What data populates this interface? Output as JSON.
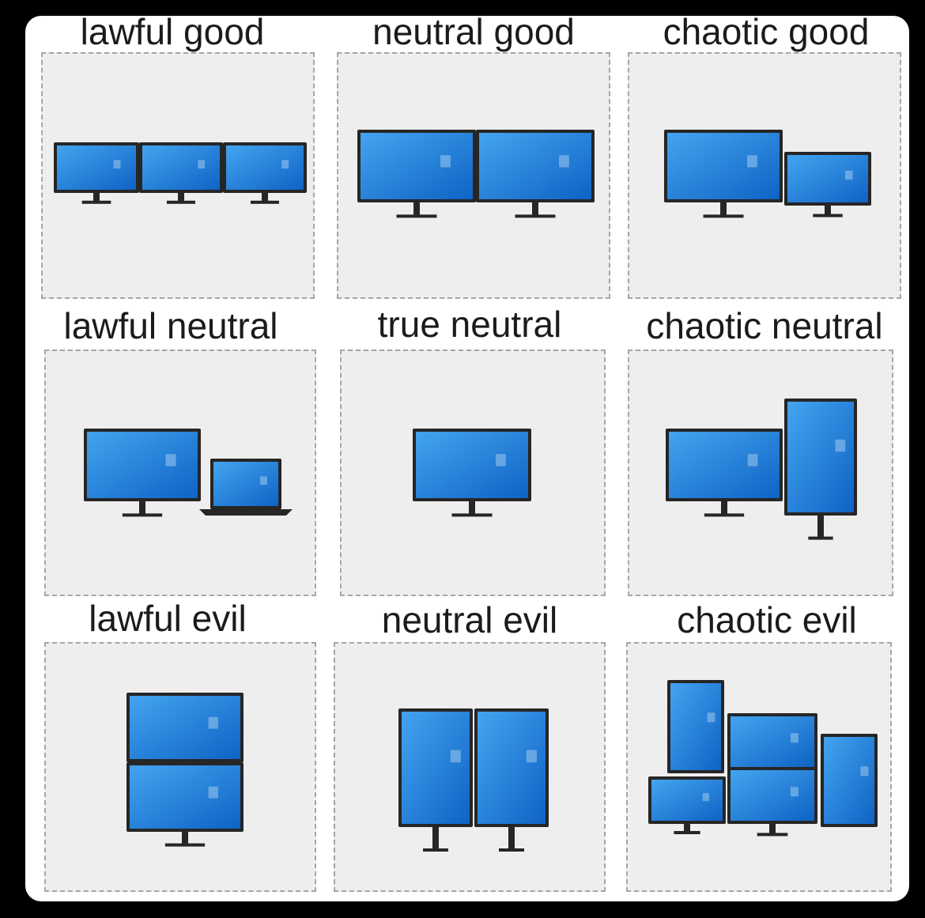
{
  "colors": {
    "background": "#000000",
    "card": "#ffffff",
    "panel": "#eeeeef",
    "panel_border": "#a6a6a6",
    "bezel": "#262626",
    "screen_light": "#43a4f0",
    "screen_dark": "#0f63c4",
    "text": "#1b1b1b"
  },
  "alignments": [
    {
      "label": "lawful good",
      "icons": [
        "monitor-icon",
        "monitor-icon",
        "monitor-icon"
      ]
    },
    {
      "label": "neutral good",
      "icons": [
        "monitor-icon",
        "monitor-icon"
      ]
    },
    {
      "label": "chaotic good",
      "icons": [
        "monitor-icon",
        "small-monitor-icon"
      ]
    },
    {
      "label": "lawful neutral",
      "icons": [
        "monitor-icon",
        "laptop-icon"
      ]
    },
    {
      "label": "true neutral",
      "icons": [
        "monitor-icon"
      ]
    },
    {
      "label": "chaotic neutral",
      "icons": [
        "monitor-icon",
        "portrait-monitor-icon"
      ]
    },
    {
      "label": "lawful evil",
      "icons": [
        "monitor-icon",
        "monitor-icon"
      ]
    },
    {
      "label": "neutral evil",
      "icons": [
        "portrait-monitor-icon",
        "portrait-monitor-icon"
      ]
    },
    {
      "label": "chaotic evil",
      "icons": [
        "portrait-monitor-icon",
        "monitor-icon",
        "portrait-monitor-icon",
        "small-monitor-icon",
        "monitor-icon"
      ]
    }
  ]
}
